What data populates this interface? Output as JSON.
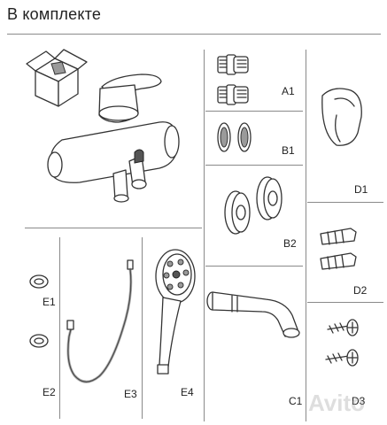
{
  "title": "В комплекте",
  "labels": {
    "a1": "A1",
    "b1": "B1",
    "b2": "B2",
    "c1": "C1",
    "d1": "D1",
    "d2": "D2",
    "d3": "D3",
    "e1": "E1",
    "e2": "E2",
    "e3": "E3",
    "e4": "E4"
  },
  "watermark": "Avito",
  "colors": {
    "line": "#333333",
    "rule": "#8a8a8a",
    "shade": "#9a9a9a"
  },
  "icons": {
    "box": "open-box-icon",
    "mixer": "bath-mixer-icon",
    "adapters": "eccentric-adapter-icon",
    "filters": "mesh-filter-icon",
    "flanges": "decorative-flange-icon",
    "spout": "spout-icon",
    "holder": "shower-holder-icon",
    "dowels": "wall-dowel-icon",
    "screws": "screw-icon",
    "gaskets": "gasket-icon",
    "hose": "shower-hose-icon",
    "handshower": "hand-shower-icon"
  }
}
